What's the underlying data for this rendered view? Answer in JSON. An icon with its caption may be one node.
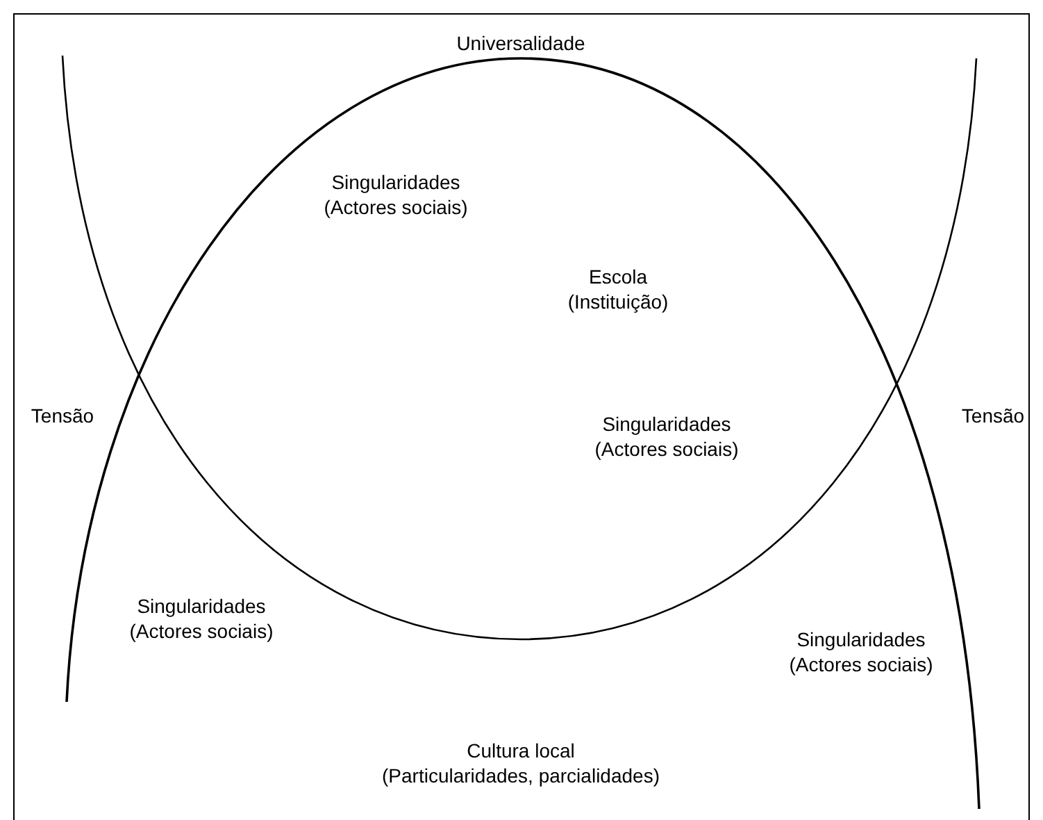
{
  "diagram": {
    "labels": [
      "Universalidade",
      "Singularidades (Actores sociais)",
      "Escola (Instituição)",
      "Tensão",
      "Tensão",
      "Singularidades (Actores sociais)",
      "Singularidades (Actores sociais)",
      "Singularidades (Actores sociais)",
      "Cultura local (Particularidades, parcialidades)"
    ]
  }
}
